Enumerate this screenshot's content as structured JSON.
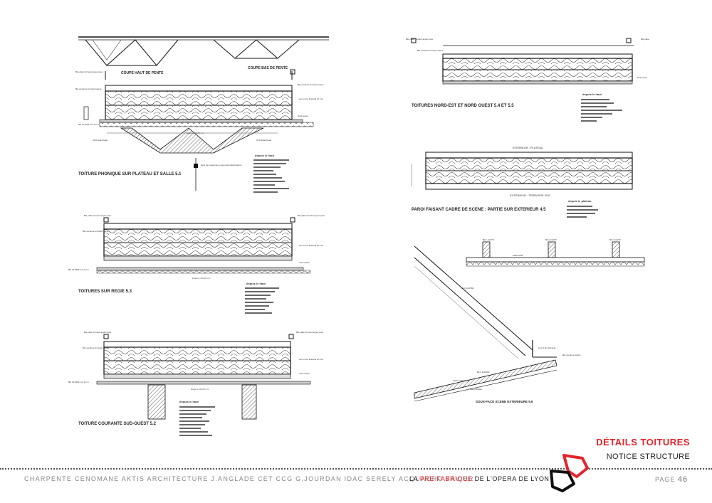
{
  "sheet": {
    "title": "DÉTAILS TOITURES",
    "subtitle": "NOTICE STRUCTURE",
    "credits": "CHARPENTE CENOMANE  AKTIS ARCHITECTURE  J.ANGLADE  CET  CCG  G.JOURDAN  IDAC  SERELY  ACQUAORO FAVIER",
    "project_prefix": "LA ",
    "project_highlight": "PRE FABRIQUE",
    "project_suffix": " DE L'OPERA DE LYON",
    "page_label": "PAGE",
    "page_number": "46"
  },
  "details": [
    {
      "caption": "COUPE HAUT DE PENTE"
    },
    {
      "caption": "COUPE BAS DE PENTE"
    },
    {
      "caption": "TOITURE PHONIQUE SUR PLATEAU ET SALLE 5.1"
    },
    {
      "caption": "TOITURES SUR REGIE 5.3"
    },
    {
      "caption": "TOITURE COURANTE SUD-OUEST 5.2"
    },
    {
      "caption": "TOITURES NORD-EST ET NORD OUEST 5.4 ET 5.5"
    },
    {
      "caption": "PAROI FAISANT CADRE DE SCENE :  PARTIE SUR EXTERIEUR 4.5"
    },
    {
      "caption": "SOUS-FACE SCENE EXTERIEURE  5.6"
    }
  ],
  "annotations": {
    "depuis_haut": "depuis le haut",
    "interieur_plateau": "INTERIEUR : PLATEAU",
    "exterieur_terrasse": "EXTERIEUR : TERRASSE SUD",
    "depuis_interieur": "depuis le plateau"
  }
}
